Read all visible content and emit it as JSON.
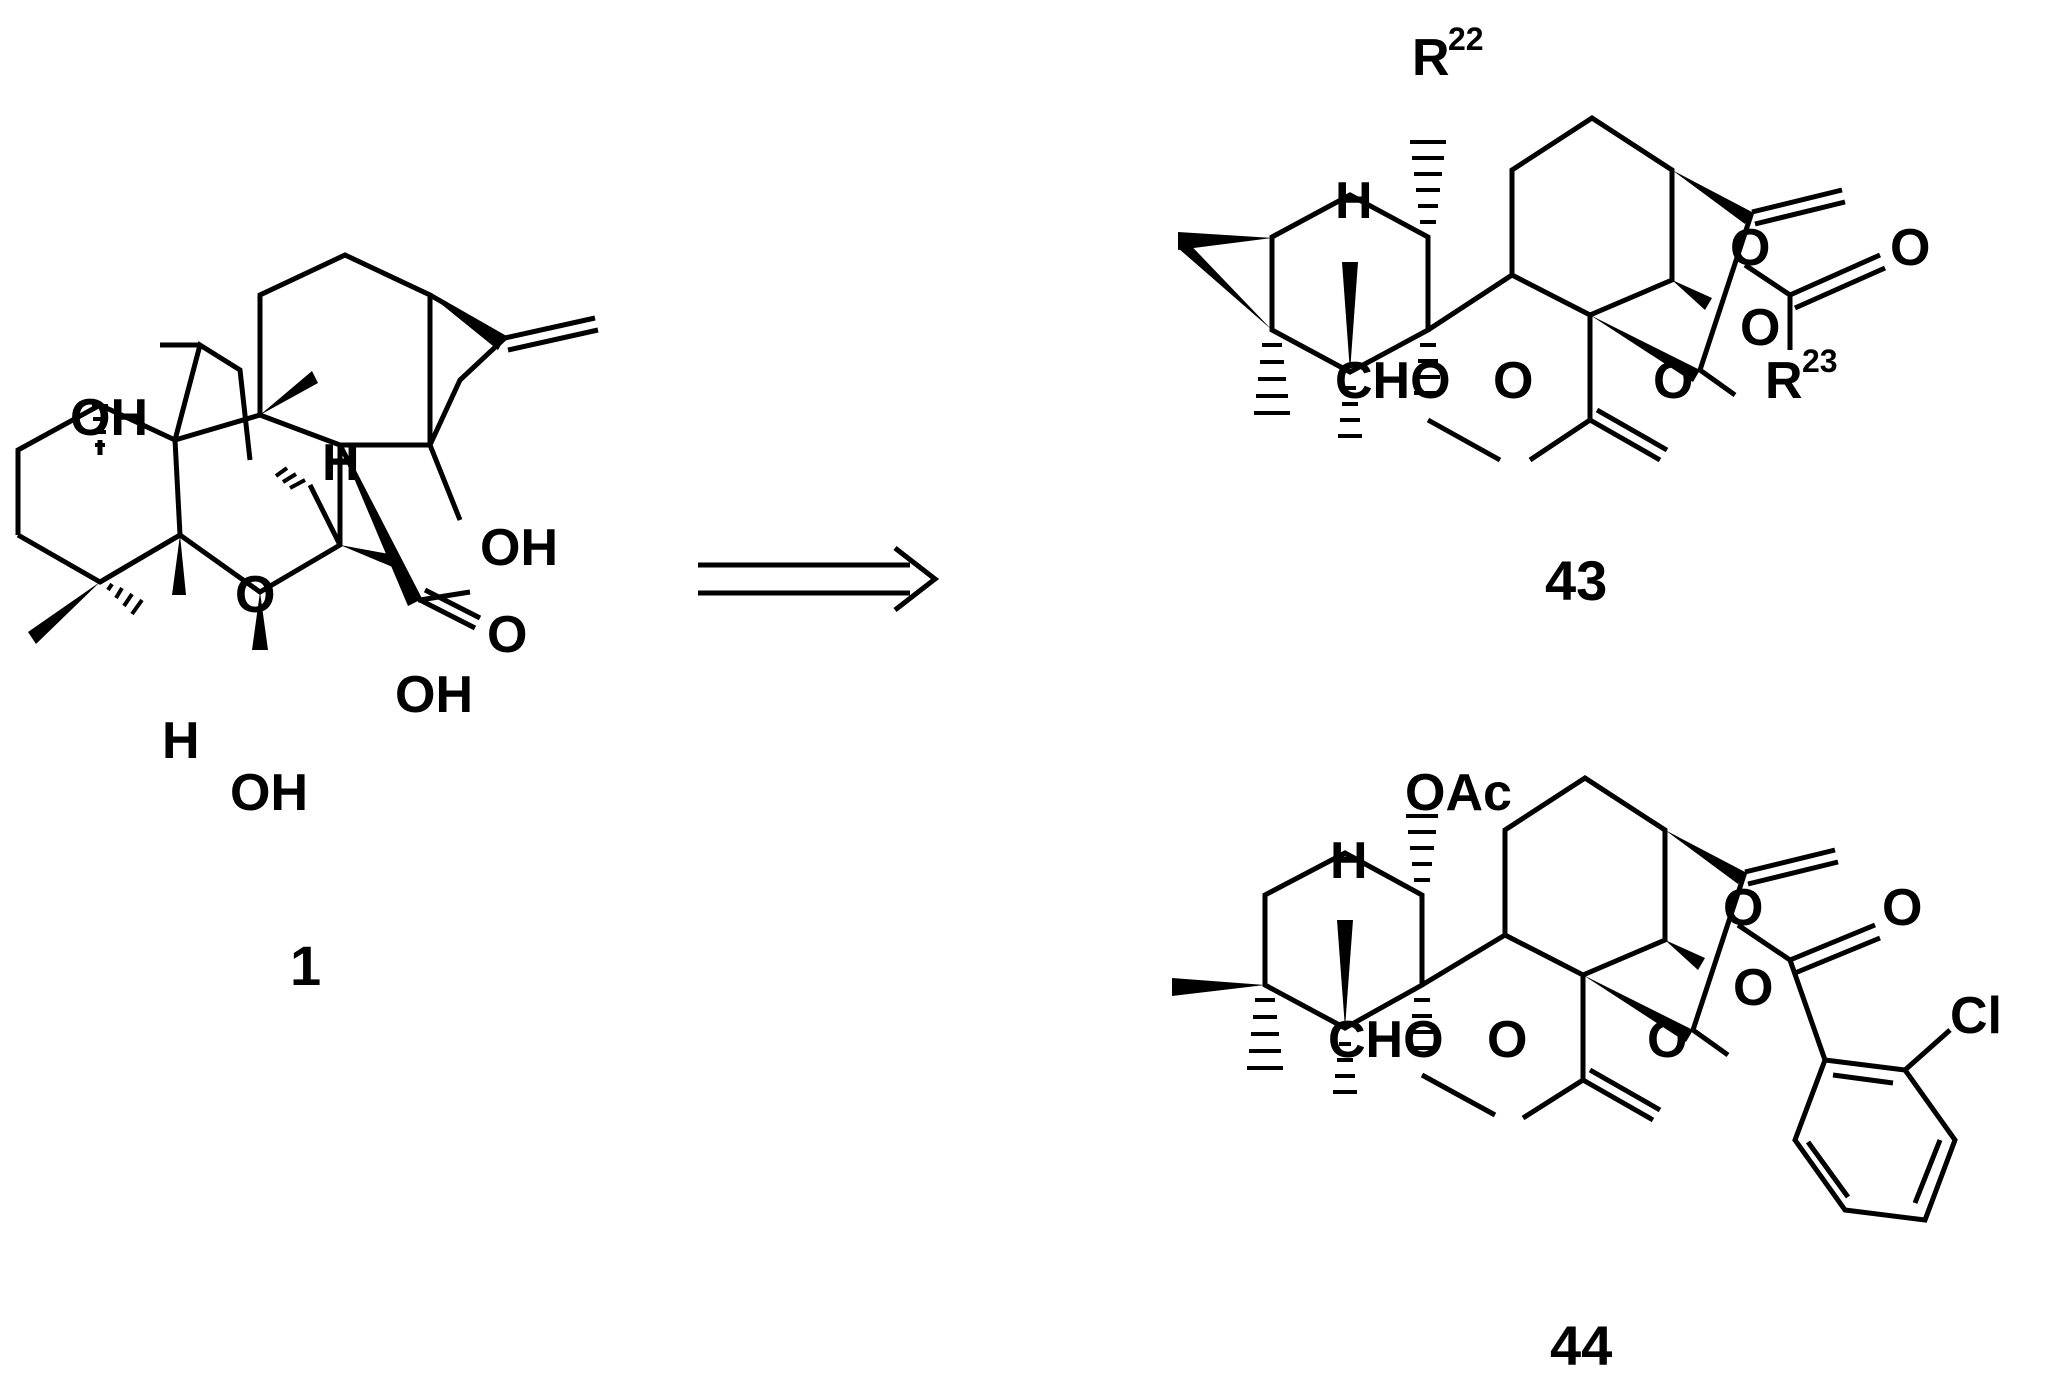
{
  "compounds": [
    {
      "id": "1",
      "number": "1",
      "labels": {
        "oh_top": "OH",
        "oh_right": "OH",
        "oh_lower_right": "OH",
        "oh_bottom": "OH",
        "o_ring": "O",
        "o_ketone": "O",
        "h_upper": "H",
        "h_lower": "H"
      }
    },
    {
      "id": "43",
      "number": "43",
      "labels": {
        "r22": "R",
        "r22_sup": "22",
        "h": "H",
        "cho": "CHO",
        "o_lactone": "O",
        "o_ring": "O",
        "o_carbonyl": "O",
        "o_ketone": "O",
        "o_ester": "O",
        "o_ester_co": "O",
        "r23": "R",
        "r23_sup": "23"
      }
    },
    {
      "id": "44",
      "number": "44",
      "labels": {
        "oac": "OAc",
        "h": "H",
        "cho": "CHO",
        "o_lactone": "O",
        "o_ring": "O",
        "o_carbonyl": "O",
        "o_ketone": "O",
        "o_ester": "O",
        "o_ester_co": "O",
        "cl": "Cl"
      }
    }
  ],
  "arrow": {
    "type": "retrosynthetic"
  }
}
